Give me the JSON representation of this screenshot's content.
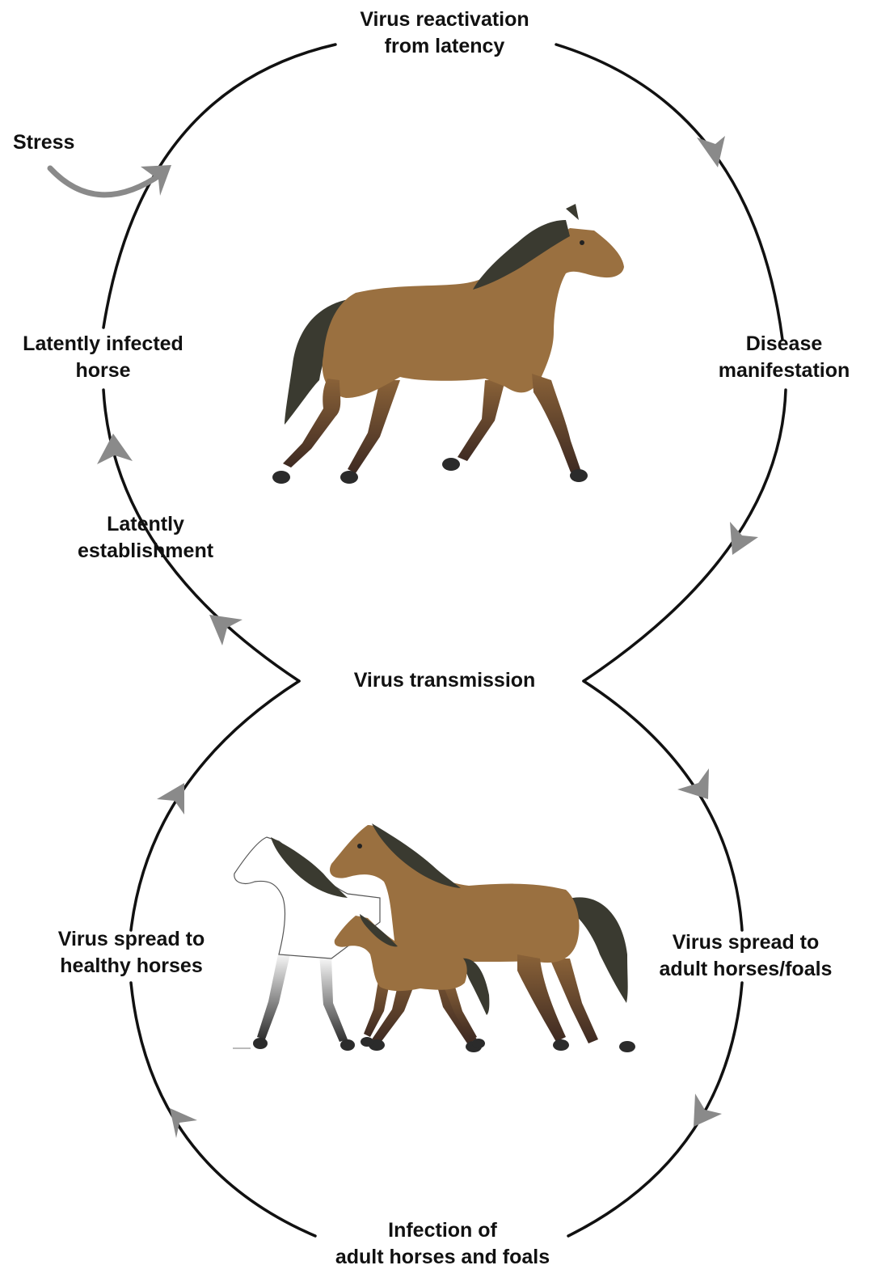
{
  "colors": {
    "cycle_line": "#111111",
    "arrow": "#8a8a8a",
    "bay_coat": "#9a7040",
    "bay_coat_dark": "#7e5a30",
    "mane": "#3a3a30",
    "lower_leg": "#4a3328",
    "hoof": "#2b2b2b",
    "white_horse": "#ffffff"
  },
  "labels": {
    "reactivation": {
      "line1": "Virus reactivation",
      "line2": "from latency"
    },
    "stress": "Stress",
    "disease": {
      "line1": "Disease",
      "line2": "manifestation"
    },
    "latently_infected": {
      "line1": "Latently infected",
      "line2": "horse"
    },
    "latency_establishment": {
      "line1": "Latently",
      "line2": "establishment"
    },
    "transmission": "Virus transmission",
    "spread_healthy": {
      "line1": "Virus spread to",
      "line2": "healthy horses"
    },
    "spread_adult": {
      "line1": "Virus spread to",
      "line2": "adult horses/foals"
    },
    "infection": {
      "line1": "Infection of",
      "line2": "adult horses and foals"
    }
  },
  "icons": {
    "top_illustration": "trotting-bay-horse-icon",
    "bottom_illustration": "horse-group-with-foal-icon"
  }
}
